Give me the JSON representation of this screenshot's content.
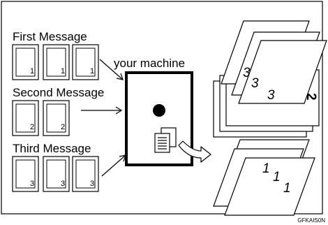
{
  "labels": {
    "first": "First Message",
    "second": "Second Message",
    "third": "Third Message",
    "machine": "your machine",
    "code": "GFKAIS0N"
  },
  "sheet_numbers": {
    "first": "1",
    "second": "2",
    "third": "3"
  },
  "output_numbers": {
    "top": "3",
    "middle": "2",
    "bottom": "1"
  }
}
